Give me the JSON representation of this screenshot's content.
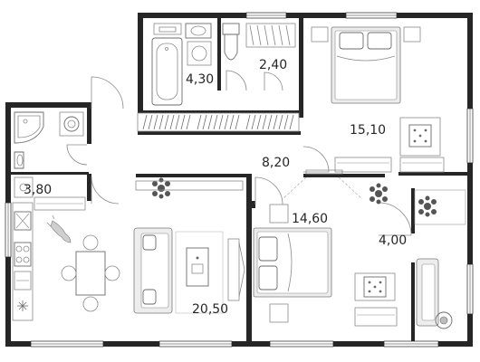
{
  "rooms": {
    "bathroom": {
      "area": "4,30"
    },
    "toilet": {
      "area": "2,40"
    },
    "bedroom_top": {
      "area": "15,10"
    },
    "hall": {
      "area": "8,20"
    },
    "kitchen_bath": {
      "area": "3,80"
    },
    "bedroom_bottom": {
      "area": "14,60"
    },
    "balcony": {
      "area": "4,00"
    },
    "living": {
      "area": "20,50"
    }
  },
  "colors": {
    "wall": "#262626",
    "furniture": "#8a8a8a",
    "furniture_fill": "#ededed"
  }
}
